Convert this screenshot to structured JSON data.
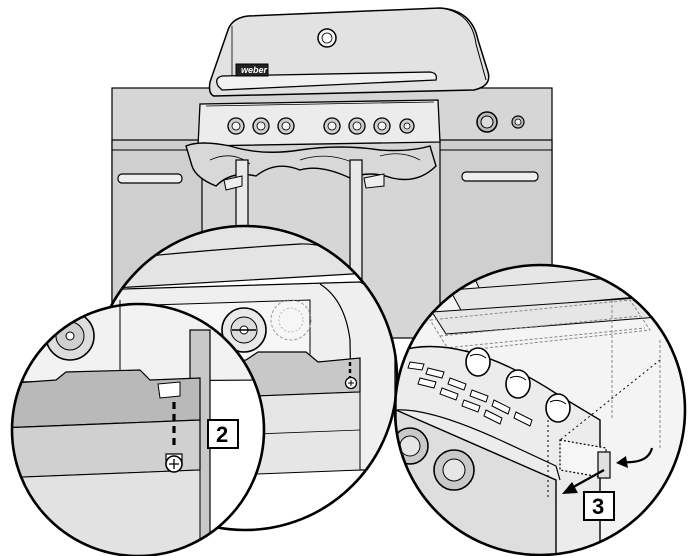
{
  "brand": {
    "logo_text": "weber"
  },
  "steps": [
    {
      "label": "2"
    },
    {
      "label": "3"
    }
  ],
  "colors": {
    "cabinet": "#d6d6d6",
    "cabinet_dark": "#bdbdbd",
    "line": "#000000",
    "panel": "#ededed"
  }
}
